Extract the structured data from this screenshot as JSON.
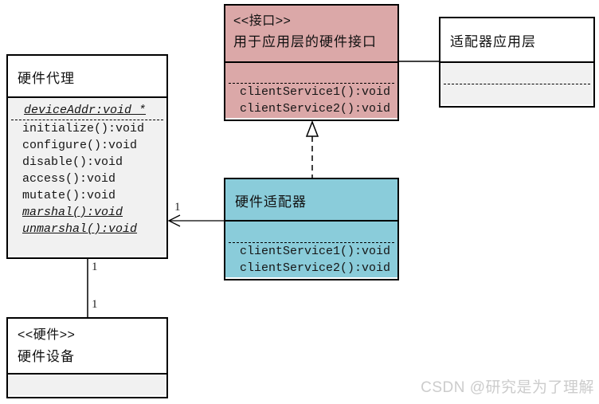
{
  "boxes": {
    "interface": {
      "stereotype": "<<接口>>",
      "name": "用于应用层的硬件接口",
      "methods": [
        "clientService1():void",
        "clientService2():void"
      ]
    },
    "app_layer": {
      "name": "适配器应用层"
    },
    "proxy": {
      "name": "硬件代理",
      "attribute": "deviceAddr:void *",
      "methods": [
        "initialize():void",
        "configure():void",
        "disable():void",
        "access():void",
        "mutate():void"
      ],
      "abstract_methods": [
        "marshal():void",
        "unmarshal():void"
      ]
    },
    "adapter": {
      "name": "硬件适配器",
      "methods": [
        "clientService1():void",
        "clientService2():void"
      ]
    },
    "device": {
      "stereotype": "<<硬件>>",
      "name": "硬件设备"
    }
  },
  "connectors": {
    "adapter_proxy_multiplicity": "1",
    "proxy_device_multiplicity_top": "1",
    "proxy_device_multiplicity_bottom": "1"
  },
  "watermark": "CSDN @研究是为了理解",
  "colors": {
    "interface_fill": "#dba8a8",
    "adapter_fill": "#8accda",
    "compartment_fill": "#f1f1f1",
    "border": "#000000",
    "watermark_text": "#cccccc"
  }
}
